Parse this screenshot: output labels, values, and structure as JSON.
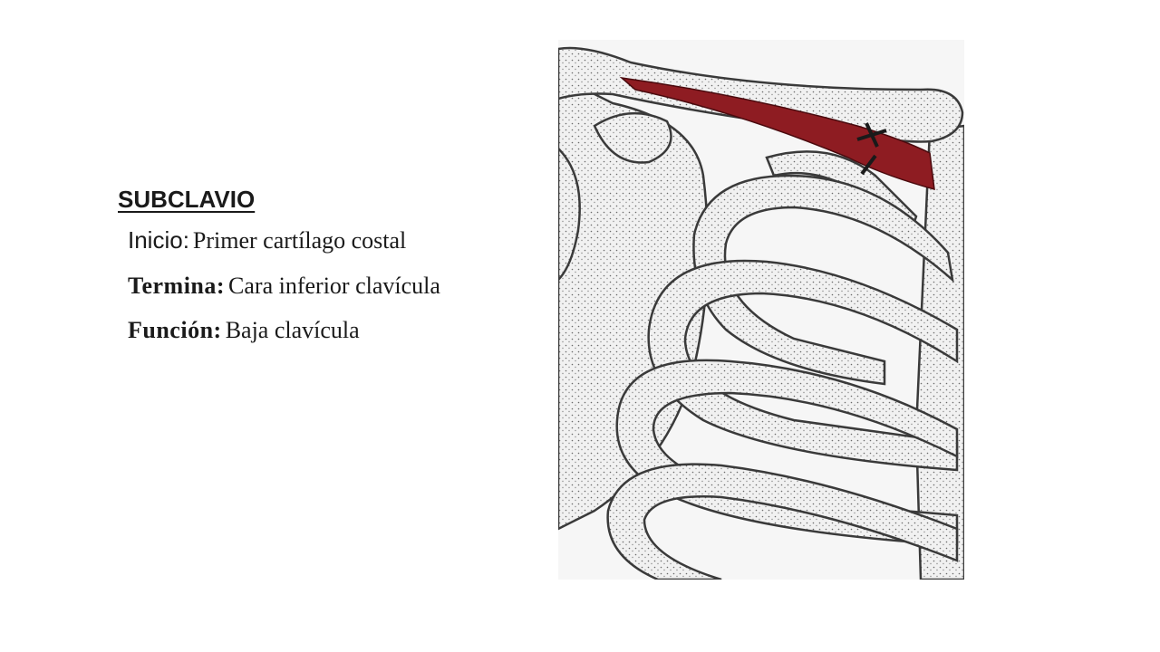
{
  "slide": {
    "heading": "SUBCLAVIO",
    "rows": [
      {
        "label": "Inicio:",
        "value": "Primer cartílago costal"
      },
      {
        "label": "Termina:",
        "value": "Cara inferior clavícula"
      },
      {
        "label": "Función:",
        "value": "Baja clavícula"
      }
    ]
  },
  "illustration": {
    "subject": "rib-cage-shoulder-anatomy",
    "colors": {
      "muscle": "#8e1c22",
      "bone": "#f1f1f1",
      "outline": "#3a3a3a"
    }
  }
}
